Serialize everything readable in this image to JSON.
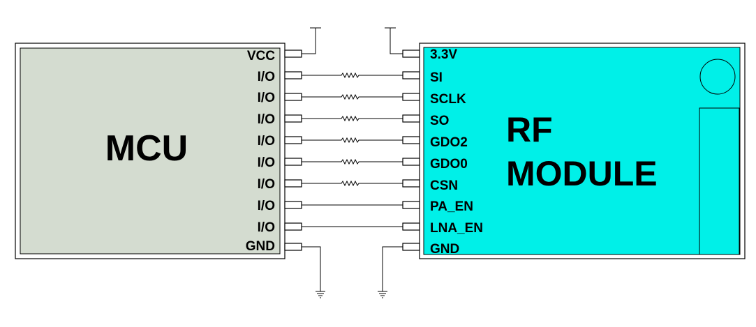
{
  "mcu": {
    "title": "MCU",
    "pins": [
      "VCC",
      "I/O",
      "I/O",
      "I/O",
      "I/O",
      "I/O",
      "I/O",
      "I/O",
      "I/O",
      "GND"
    ]
  },
  "rf": {
    "title_line1": "RF",
    "title_line2": "MODULE",
    "pins": [
      "3.3V",
      "SI",
      "SCLK",
      "SO",
      "GDO2",
      "GDO0",
      "CSN",
      "PA_EN",
      "LNA_EN",
      "GND"
    ]
  },
  "links": [
    {
      "from": "I/O",
      "to": "SI",
      "resistor": true
    },
    {
      "from": "I/O",
      "to": "SCLK",
      "resistor": true
    },
    {
      "from": "I/O",
      "to": "SO",
      "resistor": true
    },
    {
      "from": "I/O",
      "to": "GDO2",
      "resistor": true
    },
    {
      "from": "I/O",
      "to": "GDO0",
      "resistor": true
    },
    {
      "from": "I/O",
      "to": "CSN",
      "resistor": true
    },
    {
      "from": "I/O",
      "to": "PA_EN",
      "resistor": false
    },
    {
      "from": "I/O",
      "to": "LNA_EN",
      "resistor": false
    }
  ],
  "colors": {
    "mcu_fill": "#d4dcd0",
    "rf_fill": "#00f0e8",
    "wire": "#000000"
  }
}
